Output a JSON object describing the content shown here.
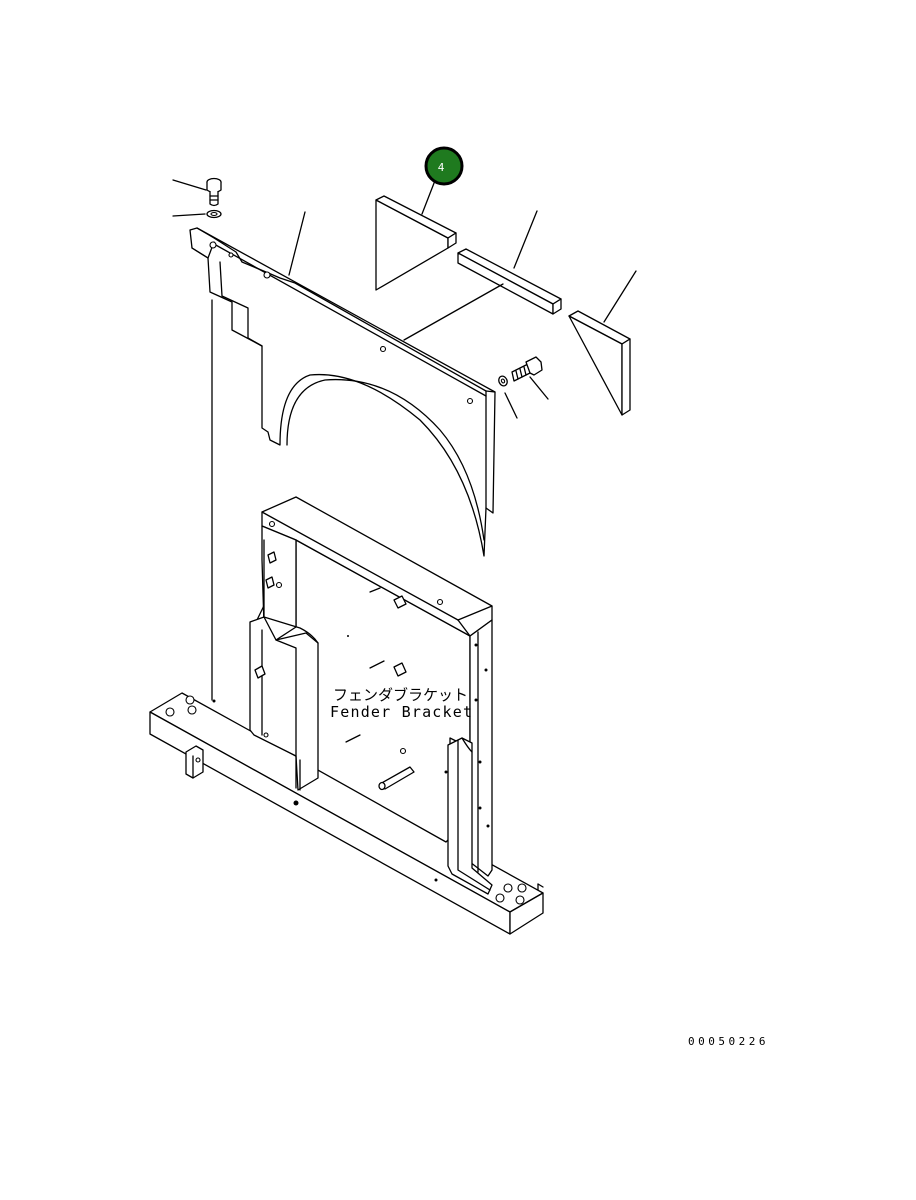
{
  "diagram": {
    "callout_badge": {
      "number": "4",
      "fill_color": "#1f7a1f",
      "ring_color": "#000000",
      "text_color": "#ffffff"
    },
    "label_japanese": "フェンダブラケット",
    "label_english": "Fender Bracket",
    "drawing_number": "00050226"
  }
}
